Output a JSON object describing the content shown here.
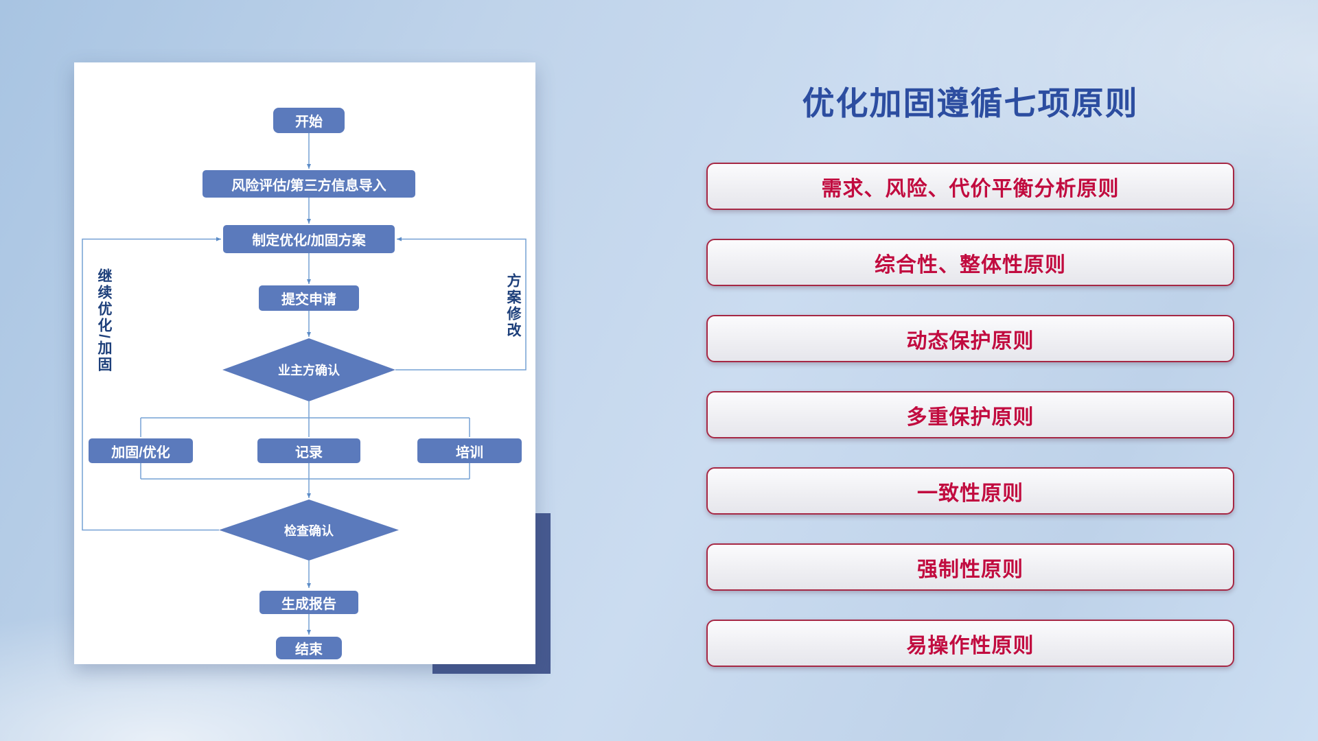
{
  "slide": {
    "title": "优化加固遵循七项原则"
  },
  "flowchart": {
    "nodes": {
      "start": "开始",
      "risk_import": "风险评估/第三方信息导入",
      "make_plan": "制定优化/加固方案",
      "submit": "提交申请",
      "owner_confirm": "业主方确认",
      "reinforce": "加固/优化",
      "record": "记录",
      "training": "培训",
      "check_confirm": "检查确认",
      "report": "生成报告",
      "end": "结束"
    },
    "side_labels": {
      "continue_optimize": "继续优化/加固",
      "plan_modify": "方案修改"
    }
  },
  "principles": [
    "需求、风险、代价平衡分析原则",
    "综合性、整体性原则",
    "动态保护原则",
    "多重保护原则",
    "一致性原则",
    "强制性原则",
    "易操作性原则"
  ],
  "colors": {
    "background": "#bfd3ea",
    "card_accent": "#475a90",
    "node_fill": "#5b7abc",
    "connector": "#74a0d4",
    "title_text": "#2c4da0",
    "principle_text": "#c10b3f",
    "principle_border": "#a62744"
  }
}
